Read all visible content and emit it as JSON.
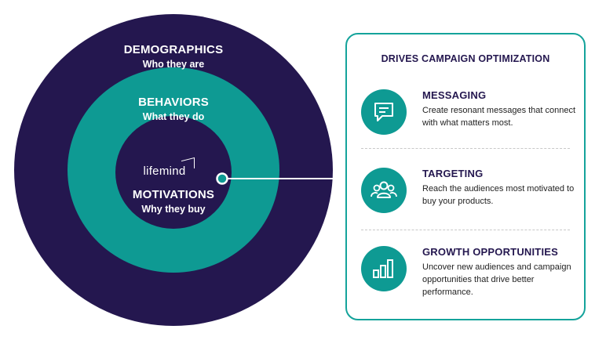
{
  "circles": {
    "outer": {
      "title": "DEMOGRAPHICS",
      "subtitle": "Who they are"
    },
    "middle": {
      "title": "BEHAVIORS",
      "subtitle": "What they do"
    },
    "inner": {
      "title": "MOTIVATIONS",
      "subtitle": "Why they buy"
    }
  },
  "logo": {
    "text": "lifemind"
  },
  "panel": {
    "title": "DRIVES CAMPAIGN OPTIMIZATION",
    "items": [
      {
        "title": "MESSAGING",
        "desc": "Create resonant messages that connect with what matters most.",
        "icon": "chat-icon"
      },
      {
        "title": "TARGETING",
        "desc": "Reach the audiences most motivated to buy your products.",
        "icon": "people-icon"
      },
      {
        "title": "GROWTH OPPORTUNITIES",
        "desc": "Uncover new audiences and campaign opportunities that drive better performance.",
        "icon": "bar-chart-icon"
      }
    ]
  },
  "colors": {
    "navy": "#24174f",
    "teal": "#0e9a93",
    "border": "#14a39b"
  }
}
